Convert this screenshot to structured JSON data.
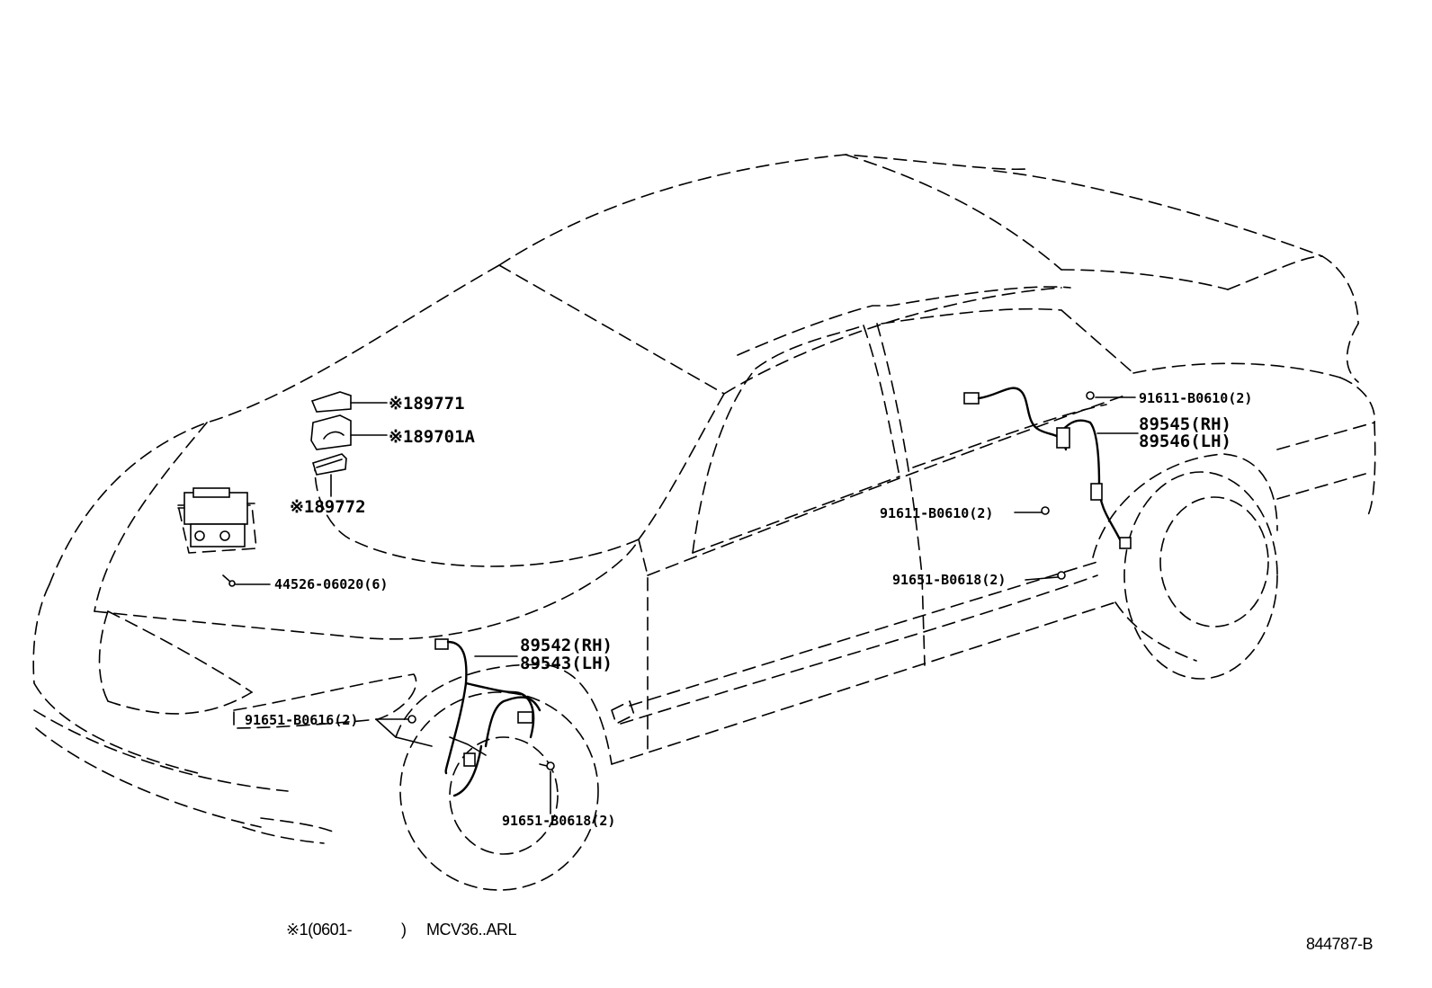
{
  "callouts": {
    "p189771": "※189771",
    "p189701a": "※189701A",
    "p189772": "※189772",
    "p44526": "44526-06020(6)",
    "p91651_b0616": "91651-B0616(2)",
    "p89542": "89542(RH)",
    "p89543": "89543(LH)",
    "p91651_b0618_front": "91651-B0618(2)",
    "p91611_b0610_top": "91611-B0610(2)",
    "p89545": "89545(RH)",
    "p89546": "89546(LH)",
    "p91611_b0610_mid": "91611-B0610(2)",
    "p91651_b0618_rear": "91651-B0618(2)"
  },
  "footnote": {
    "mark": "※1(0601-",
    "close": ")",
    "models": "MCV36..ARL"
  },
  "diagram_id": "844787-B"
}
